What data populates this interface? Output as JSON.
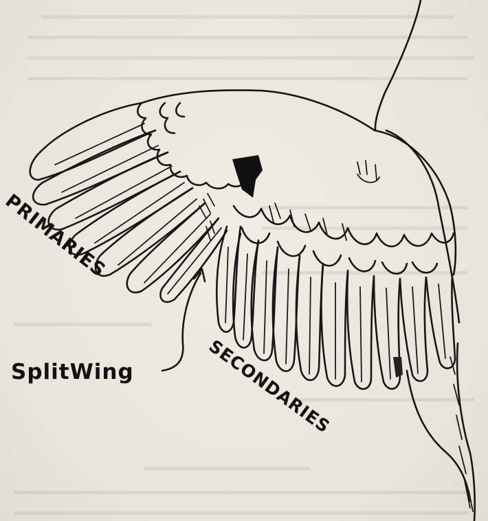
{
  "labels": {
    "primaries": "PRIMARIES",
    "split_wing": "SplitWing",
    "secondaries": "SECONDARIES"
  },
  "colors": {
    "paper": "#ebe8df",
    "ink": "#161616"
  }
}
